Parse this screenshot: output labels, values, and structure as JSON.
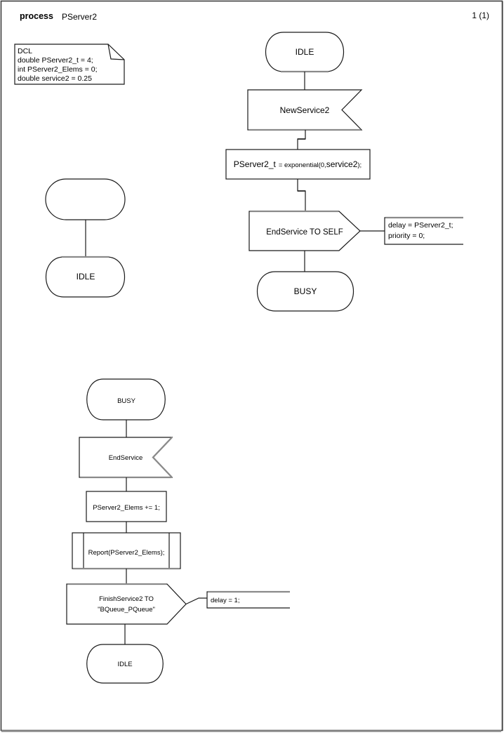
{
  "header": {
    "kind": "process",
    "process_name": "PServer2",
    "page_number": "1 (1)"
  },
  "declarations": {
    "lines": [
      "DCL",
      "double PServer2_t = 4;",
      "int PServer2_Elems = 0;",
      "double service2 = 0.25"
    ]
  },
  "main_flow": {
    "from_state": "IDLE",
    "input_signal": "NewService2",
    "task_parts": {
      "var": "PServer2_t",
      "expr": "= exponential(0,",
      "arg": "service2",
      "close": ");"
    },
    "output_signal": "EndService TO SELF",
    "comment_lines": [
      "delay = PServer2_t;",
      "priority = 0;"
    ],
    "to_state": "BUSY"
  },
  "idle_branch": {
    "state": "IDLE"
  },
  "second_flow": {
    "from_state": "BUSY",
    "input_signal": "EndService",
    "task": "PServer2_Elems += 1;",
    "procedure_call": "Report(PServer2_Elems);",
    "output_signal_lines": [
      "FinishService2 TO",
      "\"BQueue_PQueue\""
    ],
    "comment": "delay = 1;",
    "to_state": "IDLE"
  },
  "colors": {
    "line": "#1a1a1a",
    "emboss": "#8a8a8a",
    "background": "#ffffff"
  }
}
